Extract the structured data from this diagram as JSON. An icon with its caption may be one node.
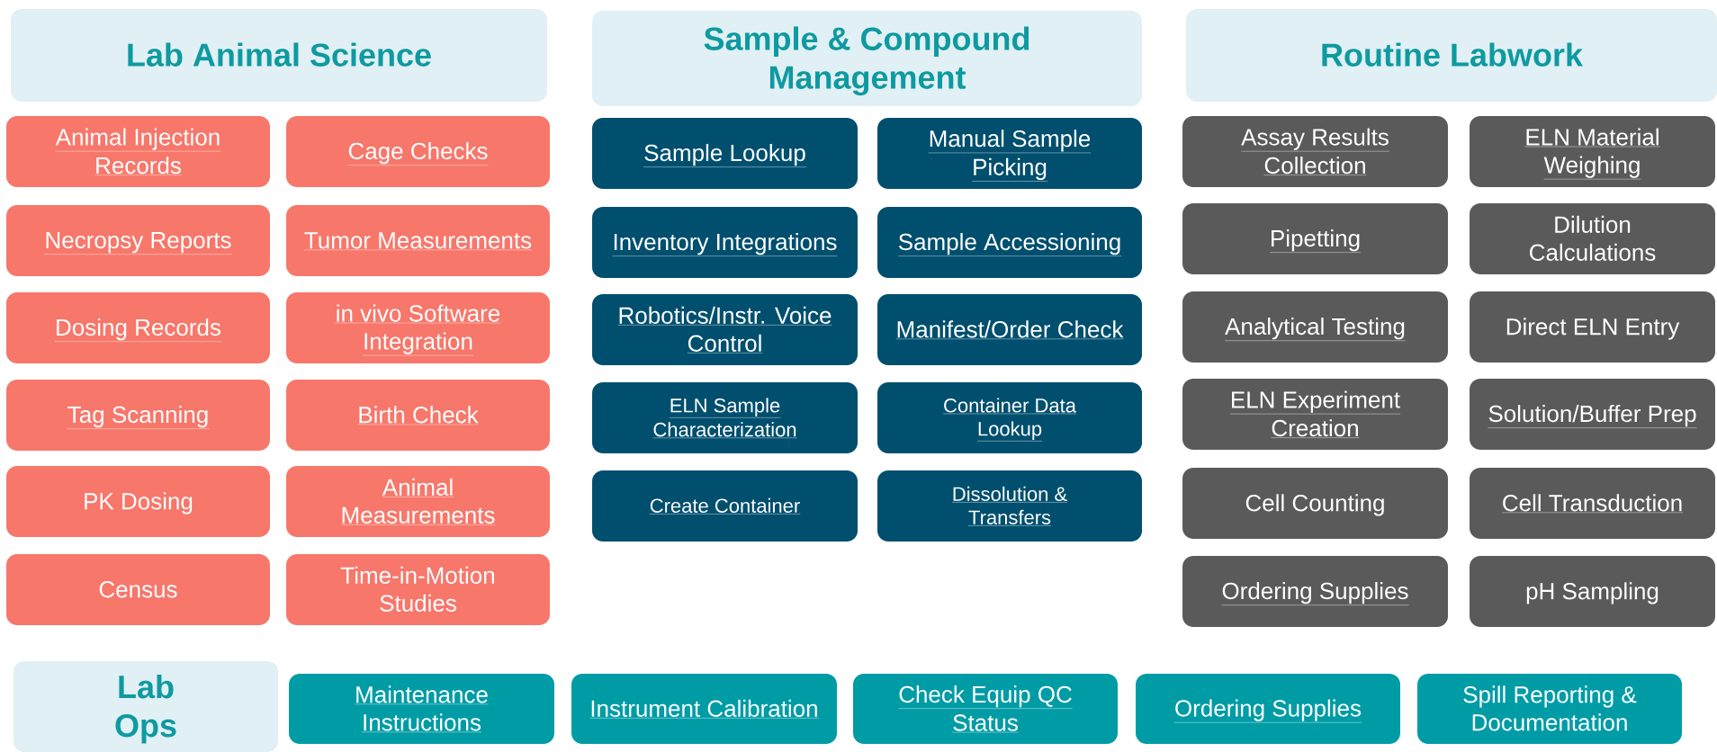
{
  "diagram": {
    "nodes": [
      {
        "text": [
          "Lab Animal Science"
        ]
      },
      {
        "text": [
          "Animal Injection Records"
        ]
      },
      {
        "text": [
          "Cage Checks"
        ]
      },
      {
        "text": [
          "Necropsy Reports"
        ]
      },
      {
        "text": [
          "Tumor Measurements"
        ]
      },
      {
        "text": [
          "Dosing Records"
        ]
      },
      {
        "text": [
          "in vivo Software Integration"
        ]
      },
      {
        "text": [
          "Tag Scanning"
        ]
      },
      {
        "text": [
          "Birth Check"
        ]
      },
      {
        "text": [
          "PK Dosing"
        ]
      },
      {
        "text": [
          "Animal Measurements"
        ]
      },
      {
        "text": [
          "Census"
        ]
      },
      {
        "text": [
          "Time-in-Motion Studies"
        ]
      },
      {
        "text": [
          "Sample & Compound Management"
        ]
      },
      {
        "text": [
          "Sample Lookup"
        ]
      },
      {
        "text": [
          "Manual Sample Picking"
        ]
      },
      {
        "text": [
          "Inventory Integrations"
        ]
      },
      {
        "text": [
          "Sample Accessioning"
        ]
      },
      {
        "text": [
          "Robotics/Instr. Voice Control"
        ]
      },
      {
        "text": [
          "Manifest/Order Check"
        ]
      },
      {
        "text": [
          "ELN Sample Characterization"
        ]
      },
      {
        "text": [
          "Container Data Lookup"
        ]
      },
      {
        "text": [
          "Create Container"
        ]
      },
      {
        "text": [
          "Dissolution & Transfers"
        ]
      },
      {
        "text": [
          "Routine Labwork"
        ]
      },
      {
        "text": [
          "Assay Results Collection"
        ]
      },
      {
        "text": [
          "ELN Material Weighing"
        ]
      },
      {
        "text": [
          "Pipetting"
        ]
      },
      {
        "text": [
          "Dilution Calculations"
        ]
      },
      {
        "text": [
          "Analytical Testing"
        ]
      },
      {
        "text": [
          "Direct ELN Entry"
        ]
      },
      {
        "text": [
          "ELN Experiment Creation"
        ]
      },
      {
        "text": [
          "Solution/Buffer Prep"
        ]
      },
      {
        "text": [
          "Cell Counting"
        ]
      },
      {
        "text": [
          "Cell Transduction"
        ]
      },
      {
        "text": [
          "Ordering Supplies"
        ]
      },
      {
        "text": [
          "pH Sampling"
        ]
      },
      {
        "text": [
          "Lab Ops"
        ]
      },
      {
        "text": [
          "Maintenance Instructions"
        ]
      },
      {
        "text": [
          "Instrument Calibration"
        ]
      },
      {
        "text": [
          "Check Equip QC Status"
        ]
      },
      {
        "text": [
          "Ordering Supplies"
        ]
      },
      {
        "text": [
          "Spill Reporting & Documentation"
        ]
      }
    ]
  }
}
